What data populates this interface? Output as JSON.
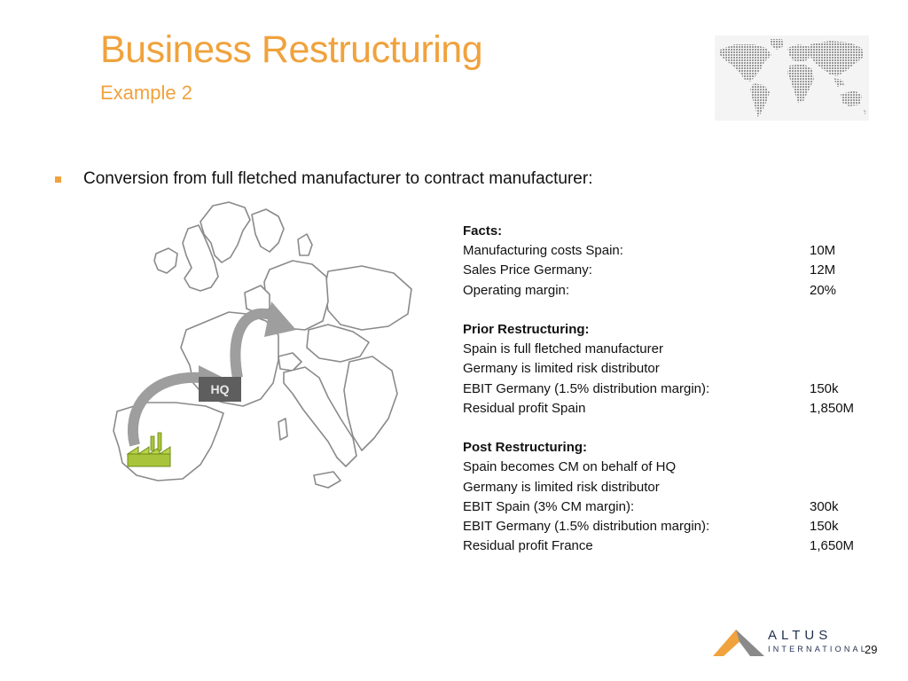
{
  "slide": {
    "title": "Business Restructuring",
    "subtitle": "Example 2",
    "bullet": "Conversion from full fletched manufacturer to contract manufacturer:",
    "hq_label": "HQ",
    "page_number": "29"
  },
  "facts": {
    "facts_heading": "Facts:",
    "facts_rows": [
      {
        "label": "Manufacturing costs Spain:",
        "value": "10M"
      },
      {
        "label": "Sales Price Germany:",
        "value": "12M"
      },
      {
        "label": "Operating margin:",
        "value": "20%"
      }
    ],
    "prior_heading": "Prior Restructuring:",
    "prior_rows": [
      {
        "label": "Spain is full fletched manufacturer",
        "value": ""
      },
      {
        "label": "Germany is limited risk distributor",
        "value": ""
      },
      {
        "label": "EBIT Germany (1.5% distribution margin):",
        "value": "150k"
      },
      {
        "label": "Residual profit Spain",
        "value": "1,850M"
      }
    ],
    "post_heading": "Post Restructuring:",
    "post_rows": [
      {
        "label": "Spain becomes CM on behalf of HQ",
        "value": ""
      },
      {
        "label": "Germany is limited risk distributor",
        "value": ""
      },
      {
        "label": "EBIT Spain (3% CM margin):",
        "value": "300k"
      },
      {
        "label": "EBIT Germany (1.5% distribution margin):",
        "value": "150k"
      },
      {
        "label": "Residual profit France",
        "value": "1,650M"
      }
    ]
  },
  "logo": {
    "name": "ALTUS",
    "sub": "INTERNATIONAL"
  },
  "colors": {
    "accent": "#f0a23c",
    "arrow": "#9e9e9e",
    "factory": "#a8c43a",
    "hq_box": "#5e5e5e",
    "logo_text": "#1f2d4d"
  },
  "icons": {
    "bullet": "square-bullet-icon",
    "factory": "factory-icon",
    "arrows": "curved-arrow-icon",
    "world": "world-map-icon"
  }
}
